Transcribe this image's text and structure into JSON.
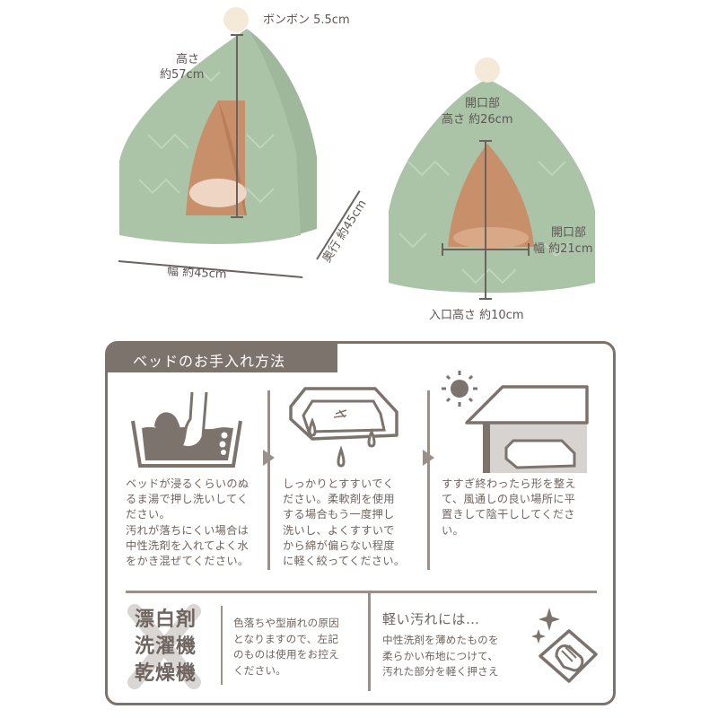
{
  "product_dimensions": {
    "left_view": {
      "pompom_label": "ボンボン 5.5cm",
      "height_label_line1": "高さ",
      "height_label_line2": "約57cm",
      "width_label": "幅 約45cm",
      "depth_label": "奥行 約45cm"
    },
    "right_view": {
      "opening_height_line1": "開口部",
      "opening_height_line2": "高さ 約26cm",
      "opening_width_line1": "開口部",
      "opening_width_line2": "幅 約21cm",
      "entrance_height": "入口高さ 約10cm"
    },
    "colors": {
      "bed_fabric": "#a9c2a6",
      "bed_interior": "#c8906a",
      "cushion": "#efd6c4",
      "pompom": "#f5ead8"
    }
  },
  "care_panel": {
    "title": "ベッドのお手入れ方法",
    "accent_color": "#7d736d",
    "steps": [
      {
        "icon": "hand-washing-basin-icon",
        "lines": [
          "ベッドが浸るくらいのぬ",
          "るま湯で押し洗いしてく",
          "ださい。",
          "汚れが落ちにくい場合は",
          "中性洗剤を入れてよく水",
          "をかき混ぜてください。"
        ]
      },
      {
        "icon": "dripping-bed-icon",
        "lines": [
          "しっかりとすすいでく",
          "ださい。柔軟剤を使用",
          "する場合もう一度押し",
          "洗いし、よくすすいで",
          "から綿が偏らない程度",
          "に軽く絞ってください。"
        ]
      },
      {
        "icon": "shade-drying-icon",
        "lines": [
          "すすぎ終わったら形を整え",
          "て、風通しの良い場所に平",
          "置きして陰干ししてくださ",
          "い。"
        ]
      }
    ],
    "prohibited": {
      "items": [
        "漂白剤",
        "洗濯機",
        "乾燥機"
      ],
      "note_lines": [
        "色落ちや型崩れの原因",
        "となりますので、左記",
        "のものは使用をお控え",
        "ください。"
      ]
    },
    "light_stains": {
      "title": "軽い汚れには…",
      "lines": [
        "中性洗剤を薄めたものを",
        "柔らかい布地につけて、",
        "汚れた部分を軽く押さえ"
      ],
      "icon": "wiping-cloth-sparkle-icon"
    }
  }
}
